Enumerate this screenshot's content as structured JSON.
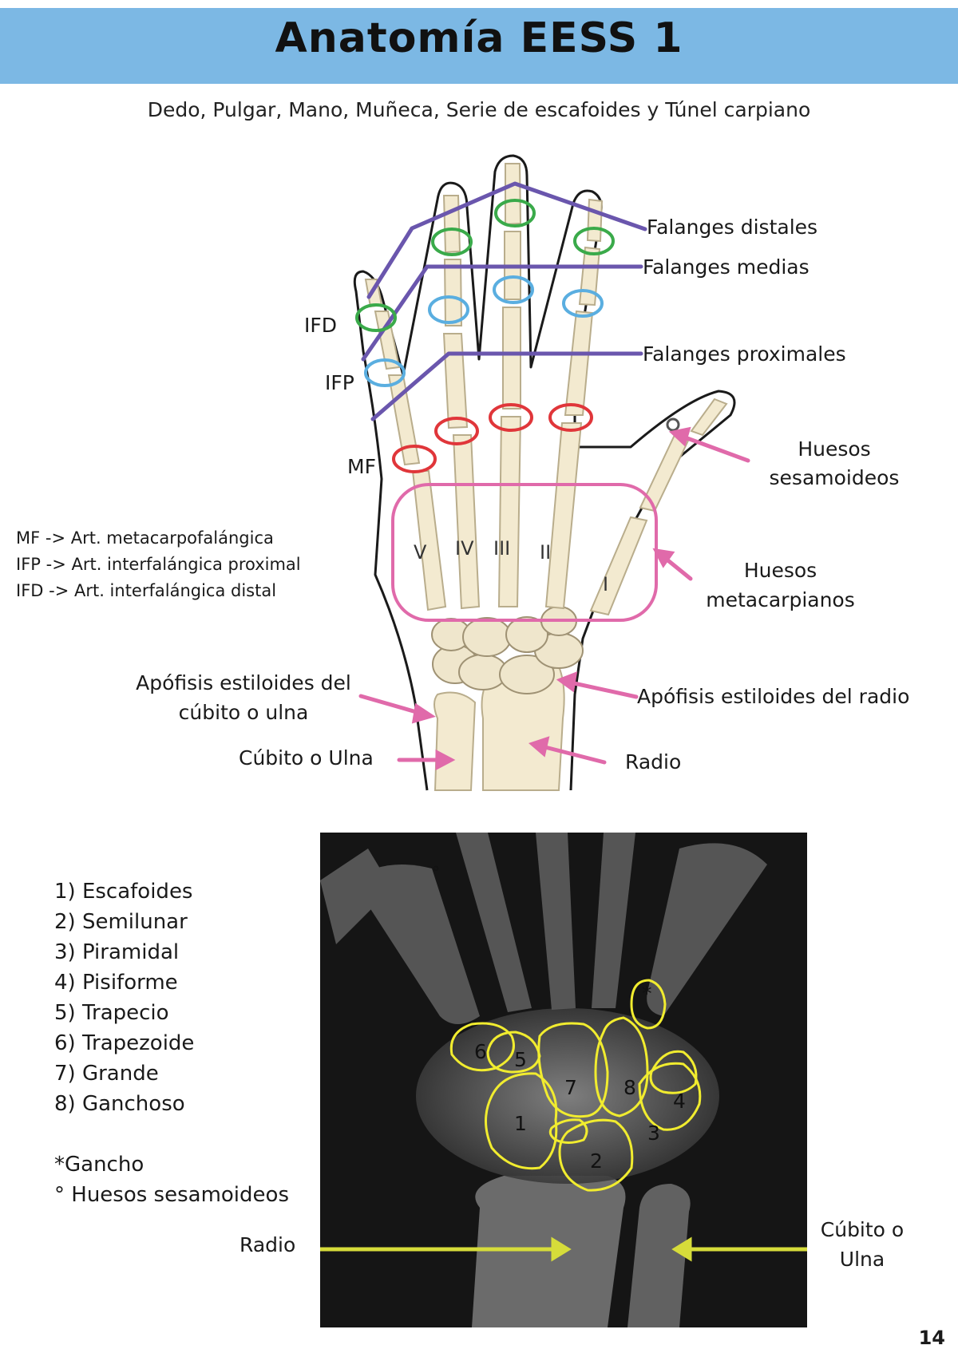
{
  "header": {
    "title": "Anatomía EESS 1",
    "subtitle": "Dedo, Pulgar, Mano, Muñeca, Serie de escafoides y Túnel carpiano"
  },
  "hand_labels": {
    "falanges_distales": "Falanges distales",
    "falanges_medias": "Falanges medias",
    "falanges_proximales": "Falanges proximales",
    "ifd": "IFD",
    "ifp": "IFP",
    "mf": "MF",
    "huesos_sesamoideos": [
      "Huesos",
      "sesamoideos"
    ],
    "huesos_metacarpianos": [
      "Huesos",
      "metacarpianos"
    ],
    "apofisis_cubito": [
      "Apófisis estiloides del",
      "cúbito o ulna"
    ],
    "apofisis_radio": "Apófisis estiloides del radio",
    "cubito_ulna": "Cúbito o Ulna",
    "radio": "Radio",
    "metacarpal_numerals": [
      "V",
      "IV",
      "III",
      "II",
      "I"
    ]
  },
  "abbreviations": [
    "MF -> Art. metacarpofalángica",
    "IFP -> Art. interfalángica proximal",
    "IFD -> Art. interfalángica distal"
  ],
  "carpal_list": [
    "1) Escafoides",
    "2) Semilunar",
    "3) Piramidal",
    "4) Pisiforme",
    "5) Trapecio",
    "6) Trapezoide",
    "7) Grande",
    "8) Ganchoso",
    "",
    "*Gancho",
    "° Huesos sesamoideos"
  ],
  "xray_labels": {
    "numbers": [
      "1",
      "2",
      "3",
      "4",
      "5",
      "6",
      "7",
      "8"
    ],
    "hook_marker": "*",
    "sesamoid_marker": "°",
    "radio": "Radio",
    "cubito": [
      "Cúbito o",
      "Ulna"
    ]
  },
  "page_number": "14",
  "colors": {
    "banner": "#7cb8e4",
    "purple_lines": "#6a56ad",
    "green_rings": "#3aaa4a",
    "blue_rings": "#5aaee0",
    "red_rings": "#e0363a",
    "pink": "#e06aaa",
    "yellow_outline": "#f1ec2f",
    "yellow_arrow": "#d6dc3a",
    "bone": "#f3ead0"
  }
}
